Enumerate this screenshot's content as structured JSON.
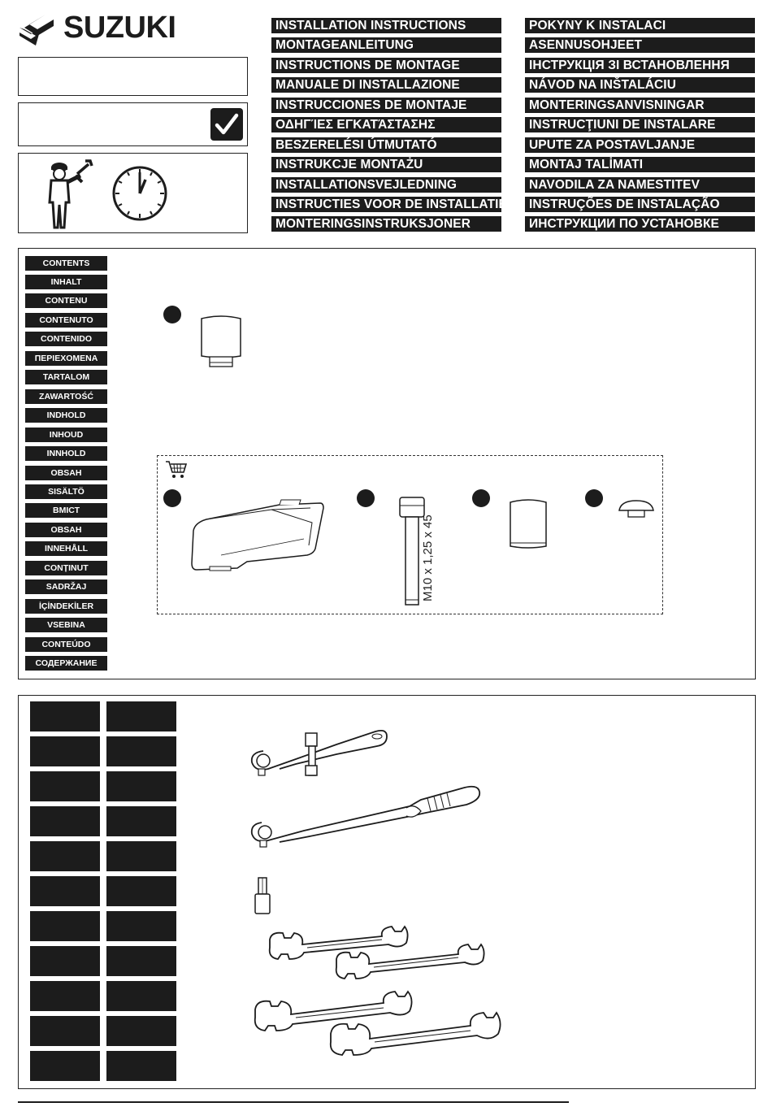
{
  "brand": {
    "logo_text": "SUZUKI"
  },
  "titles_left": [
    "INSTALLATION INSTRUCTIONS",
    "MONTAGEANLEITUNG",
    "INSTRUCTIONS DE MONTAGE",
    "MANUALE DI INSTALLAZIONE",
    "INSTRUCCIONES DE MONTAJE",
    "ΟΔΗΓΊΕΣ ΕΓΚΑΤΆΣΤΑΣΗΣ",
    "BESZERELÉSI ÚTMUTATÓ",
    "INSTRUKCJE MONTAŻU",
    "INSTALLATIONSVEJLEDNING",
    "INSTRUCTIES VOOR DE INSTALLATIE",
    "MONTERINGSINSTRUKSJONER"
  ],
  "titles_right": [
    "POKYNY K INSTALACI",
    "ASENNUSOHJEET",
    "ІНСТРУКЦІЯ ЗІ ВСТАНОВЛЕННЯ",
    "NÁVOD NA INŠTALÁCIU",
    "MONTERINGSANVISNINGAR",
    "INSTRUCŢIUNI DE INSTALARE",
    "UPUTE ZA POSTAVLJANJE",
    "MONTAJ TALİMATI",
    "NAVODILA ZA NAMESTITEV",
    "INSTRUÇÕES DE INSTALAÇÃO",
    "ИНСТРУКЦИИ ПО УСТАНОВКЕ"
  ],
  "contents_labels": [
    "CONTENTS",
    "INHALT",
    "CONTENU",
    "CONTENUTO",
    "CONTENIDO",
    "ΠΕΡΙΕΧΟΜΕΝΑ",
    "TARTALOM",
    "ZAWARTOŚĆ",
    "INDHOLD",
    "INHOUD",
    "INNHOLD",
    "OBSAH",
    "SISÄLTÖ",
    "ВМІСТ",
    "OBSAH",
    "INNEHÅLL",
    "CONȚINUT",
    "SADRŽAJ",
    "İÇİNDEKİLER",
    "VSEBINA",
    "CONTEÚDO",
    "СОДЕРЖАНИЕ"
  ],
  "parts": {
    "bolt_spec": "M10 x 1,25 x 45"
  },
  "icons": {
    "checkmark": "checkmark-icon",
    "mechanic": "mechanic-icon",
    "clock": "clock-icon",
    "cart": "shopping-cart-icon"
  },
  "colors": {
    "ink": "#1c1c1c",
    "paper": "#ffffff"
  }
}
